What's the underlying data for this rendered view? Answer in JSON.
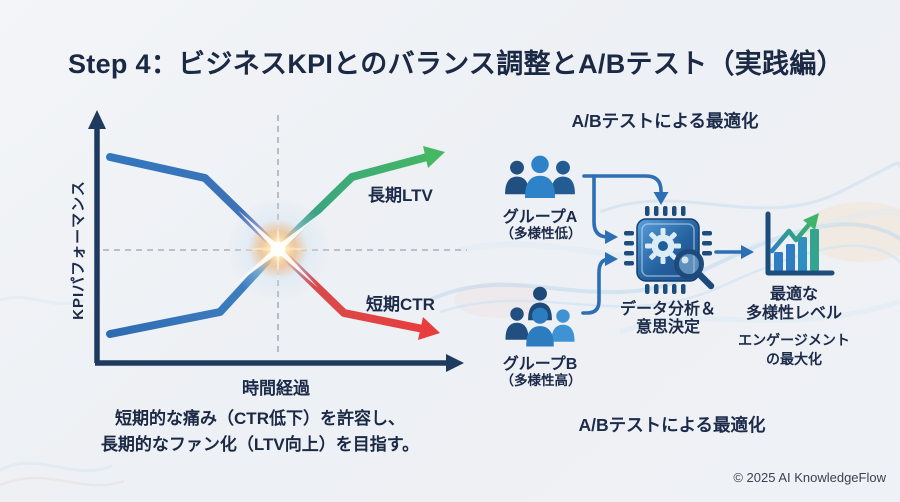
{
  "slide": {
    "title": "Step 4：ビジネスKPIとのバランス調整とA/Bテスト（実践編）",
    "copyright": "© 2025 AI KnowledgeFlow"
  },
  "kpi_chart": {
    "y_axis_label": "KPIパフォーマンス",
    "x_axis_label": "時間経過",
    "line_long_term_label": "長期LTV",
    "line_short_term_label": "短期CTR",
    "caption_line1": "短期的な痛み（CTR低下）を許容し、",
    "caption_line2": "長期的なファン化（LTV向上）を目指す。"
  },
  "ab_flow": {
    "header_top": "A/Bテストによる最適化",
    "header_bottom": "A/Bテストによる最適化",
    "group_a_label": "グループA",
    "group_a_sublabel": "（多様性低）",
    "group_b_label": "グループB",
    "group_b_sublabel": "（多様性高）",
    "processor_label_line1": "データ分析＆",
    "processor_label_line2": "意思決定",
    "result_line1": "最適な",
    "result_line2": "多様性レベル",
    "result_line3": "エンゲージメント",
    "result_line4": "の最大化"
  },
  "colors": {
    "title_navy": "#1b2945",
    "axis_navy": "#1e3a5f",
    "line_blue": "#2f7bc3",
    "ltv_green": "#44b862",
    "ctr_red": "#e73d3d",
    "flow_arrow_blue": "#2d6fb5",
    "person_light_blue": "#2e82c8",
    "person_dark_navy": "#1f4e7d",
    "chip_blue": "#24619f",
    "background": "#eef1f5"
  }
}
